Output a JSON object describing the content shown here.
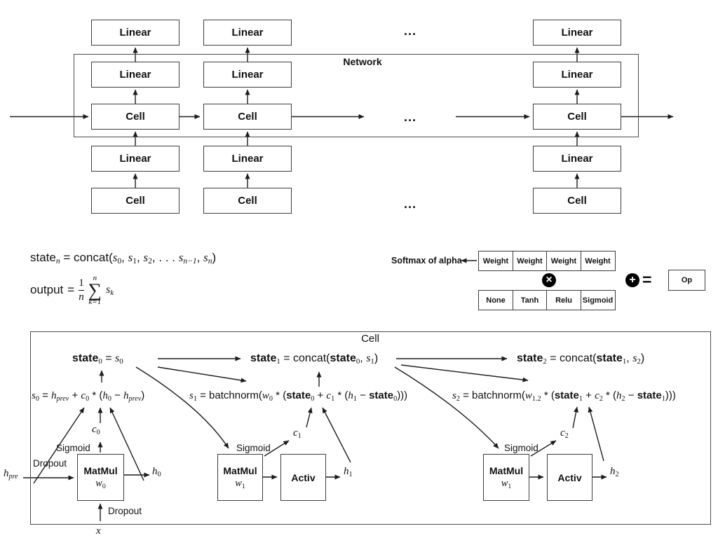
{
  "top_network": {
    "title": "Network",
    "linear_label": "Linear",
    "cell_label": "Cell",
    "ellipsis": "..."
  },
  "equations": {
    "state_n": [
      [
        "r",
        "state"
      ],
      [
        "isub",
        "n"
      ],
      [
        "r",
        " = concat("
      ],
      [
        "i",
        "s"
      ],
      [
        "sub",
        "0"
      ],
      [
        "r",
        ", "
      ],
      [
        "i",
        "s"
      ],
      [
        "sub",
        "1"
      ],
      [
        "r",
        ", "
      ],
      [
        "i",
        "s"
      ],
      [
        "sub",
        "2"
      ],
      [
        "r",
        ", . . . "
      ],
      [
        "i",
        "s"
      ],
      [
        "isub",
        "n−1"
      ],
      [
        "r",
        ", "
      ],
      [
        "i",
        "s"
      ],
      [
        "isub",
        "n"
      ],
      [
        "r",
        ")"
      ]
    ],
    "output": {
      "lhs": "output",
      "equals": "=",
      "numerator": "1",
      "denominator": "n",
      "sigma": "∑",
      "upper": "n",
      "lower": "k=1",
      "term": [
        [
          "i",
          "s"
        ],
        [
          "isub",
          "k"
        ]
      ]
    }
  },
  "mixer": {
    "label": "Softmax of alpha",
    "weights": [
      "Weight",
      "Weight",
      "Weight",
      "Weight"
    ],
    "ops": [
      "None",
      "Tanh",
      "Relu",
      "Sigmoid"
    ],
    "multiply_symbol": "×",
    "add_symbol": "+",
    "equals": "=",
    "result_label": "Op"
  },
  "cell": {
    "title": "Cell",
    "states": {
      "s0": [
        [
          "b",
          "state"
        ],
        [
          "sub",
          "0"
        ],
        [
          "r",
          " = "
        ],
        [
          "i",
          "s"
        ],
        [
          "sub",
          "0"
        ]
      ],
      "s1": [
        [
          "b",
          "state"
        ],
        [
          "sub",
          "1"
        ],
        [
          "r",
          " = concat("
        ],
        [
          "b",
          "state"
        ],
        [
          "sub",
          "0"
        ],
        [
          "r",
          ", "
        ],
        [
          "i",
          "s"
        ],
        [
          "sub",
          "1"
        ],
        [
          "r",
          ")"
        ]
      ],
      "s2": [
        [
          "b",
          "state"
        ],
        [
          "sub",
          "2"
        ],
        [
          "r",
          " = concat("
        ],
        [
          "b",
          "state"
        ],
        [
          "sub",
          "1"
        ],
        [
          "r",
          ", "
        ],
        [
          "i",
          "s"
        ],
        [
          "sub",
          "2"
        ],
        [
          "r",
          ")"
        ]
      ]
    },
    "formulas": {
      "f0": [
        [
          "i",
          "s"
        ],
        [
          "sub",
          "0"
        ],
        [
          "r",
          " = "
        ],
        [
          "i",
          "h"
        ],
        [
          "isub",
          "prev"
        ],
        [
          "r",
          " + "
        ],
        [
          "i",
          "c"
        ],
        [
          "sub",
          "0"
        ],
        [
          "r",
          " * ("
        ],
        [
          "i",
          "h"
        ],
        [
          "sub",
          "0"
        ],
        [
          "r",
          " − "
        ],
        [
          "i",
          "h"
        ],
        [
          "isub",
          "prev"
        ],
        [
          "r",
          ")"
        ]
      ],
      "f1": [
        [
          "i",
          "s"
        ],
        [
          "sub",
          "1"
        ],
        [
          "r",
          " = batchnorm("
        ],
        [
          "i",
          "w"
        ],
        [
          "sub",
          "0"
        ],
        [
          "r",
          " * ("
        ],
        [
          "b",
          "state"
        ],
        [
          "sub",
          "0"
        ],
        [
          "r",
          " + "
        ],
        [
          "i",
          "c"
        ],
        [
          "sub",
          "1"
        ],
        [
          "r",
          " * ("
        ],
        [
          "i",
          "h"
        ],
        [
          "sub",
          "1"
        ],
        [
          "r",
          " − "
        ],
        [
          "b",
          "state"
        ],
        [
          "sub",
          "0"
        ],
        [
          "r",
          ")))"
        ]
      ],
      "f2": [
        [
          "i",
          "s"
        ],
        [
          "sub",
          "2"
        ],
        [
          "r",
          " = batchnorm("
        ],
        [
          "i",
          "w"
        ],
        [
          "sub",
          "1.2"
        ],
        [
          "r",
          " * ("
        ],
        [
          "b",
          "state"
        ],
        [
          "sub",
          "1"
        ],
        [
          "r",
          " + "
        ],
        [
          "i",
          "c"
        ],
        [
          "sub",
          "2"
        ],
        [
          "r",
          " * ("
        ],
        [
          "i",
          "h"
        ],
        [
          "sub",
          "2"
        ],
        [
          "r",
          " − "
        ],
        [
          "b",
          "state"
        ],
        [
          "sub",
          "1"
        ],
        [
          "r",
          ")))"
        ]
      ]
    },
    "ops": {
      "matmul": "MatMul",
      "activ": "Activ",
      "sigmoid": "Sigmoid",
      "dropout": "Dropout"
    },
    "vars": {
      "h_pre": [
        [
          "i",
          "h"
        ],
        [
          "isub",
          "pre"
        ]
      ],
      "x": [
        [
          "i",
          "x"
        ]
      ],
      "w0": [
        [
          "i",
          "w"
        ],
        [
          "sub",
          "0"
        ]
      ],
      "w1": [
        [
          "i",
          "w"
        ],
        [
          "sub",
          "1"
        ]
      ],
      "c0": [
        [
          "i",
          "c"
        ],
        [
          "sub",
          "0"
        ]
      ],
      "h0": [
        [
          "i",
          "h"
        ],
        [
          "sub",
          "0"
        ]
      ],
      "c1": [
        [
          "i",
          "c"
        ],
        [
          "sub",
          "1"
        ]
      ],
      "h1": [
        [
          "i",
          "h"
        ],
        [
          "sub",
          "1"
        ]
      ],
      "c2": [
        [
          "i",
          "c"
        ],
        [
          "sub",
          "2"
        ]
      ],
      "h2": [
        [
          "i",
          "h"
        ],
        [
          "sub",
          "2"
        ]
      ]
    }
  }
}
